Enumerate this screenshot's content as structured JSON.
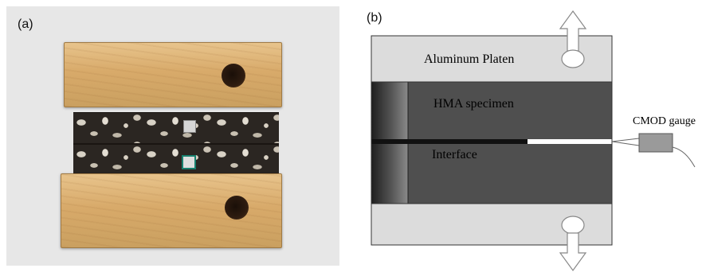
{
  "panel_a": {
    "label": "(a)"
  },
  "panel_b": {
    "label": "(b)",
    "platen_label": "Aluminum Platen",
    "specimen_label": "HMA specimen",
    "interface_label": "Interface",
    "gauge_label": "CMOD gauge"
  },
  "colors": {
    "platen": "#dcdcdc",
    "specimen": "#4f4f4f",
    "wood": "#d8aa6a",
    "asphalt": "#2b2622"
  }
}
